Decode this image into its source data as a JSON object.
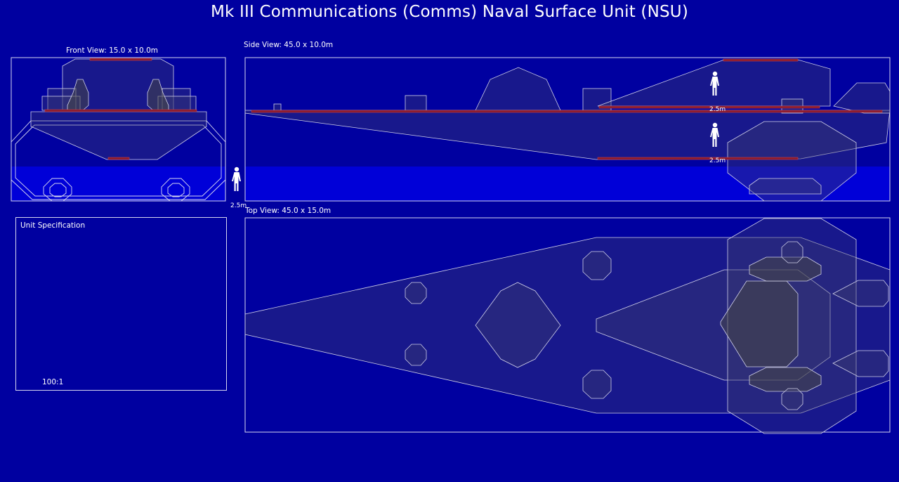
{
  "title": "Mk III Communications (Comms) Naval Surface Unit (NSU)",
  "views": {
    "front": {
      "label": "Front View: 15.0 x 10.0m"
    },
    "side": {
      "label": "Side View: 45.0 x 10.0m"
    },
    "top": {
      "label": "Top View: 45.0 x 15.0m"
    }
  },
  "spec": {
    "title": "Unit Specification",
    "scale": "100:1"
  },
  "figure_label": "2.5m",
  "colors": {
    "background": "#0000a0",
    "water": "#0000d8",
    "accent": "#8a1a2a"
  }
}
